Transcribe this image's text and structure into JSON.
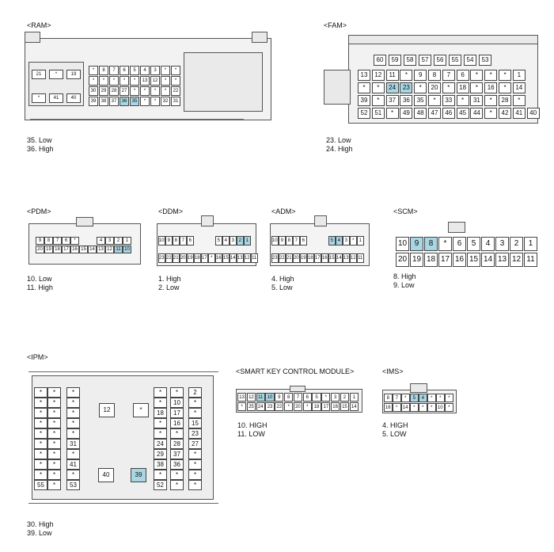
{
  "connectors": {
    "ram": {
      "title": "<RAM>",
      "legend": [
        "35. Low",
        "36. High"
      ],
      "highlight": [
        "35",
        "36"
      ],
      "left_block": [
        [
          "21",
          "*",
          "19"
        ],
        [
          "*",
          "41",
          "40"
        ]
      ],
      "rows": [
        [
          "*",
          "8",
          "7",
          "6",
          "5",
          "4",
          "3",
          "*",
          "*"
        ],
        [
          "*",
          "*",
          "*",
          "*",
          "*",
          "13",
          "12",
          "*",
          "*"
        ],
        [
          "30",
          "29",
          "28",
          "27",
          "*",
          "*",
          "*",
          "*",
          "22"
        ],
        [
          "39",
          "38",
          "37",
          "36",
          "35",
          "*",
          "*",
          "32",
          "31"
        ]
      ]
    },
    "fam": {
      "title": "<FAM>",
      "legend": [
        "23. Low",
        "24. High"
      ],
      "highlight": [
        "23",
        "24"
      ],
      "top_row": [
        "60",
        "59",
        "58",
        "57",
        "56",
        "55",
        "54",
        "53"
      ],
      "rows": [
        [
          "13",
          "12",
          "11",
          "*",
          "9",
          "8",
          "7",
          "6",
          "*",
          "*",
          "*",
          "1"
        ],
        [
          "*",
          "*",
          "24",
          "23",
          "*",
          "20",
          "*",
          "18",
          "*",
          "16",
          "*",
          "14"
        ],
        [
          "39",
          "*",
          "37",
          "36",
          "35",
          "*",
          "33",
          "*",
          "31",
          "*",
          "28",
          "*"
        ],
        [
          "52",
          "51",
          "*",
          "49",
          "48",
          "47",
          "46",
          "45",
          "44",
          "*",
          "42",
          "41",
          "40"
        ]
      ]
    },
    "pdm": {
      "title": "<PDM>",
      "legend": [
        "10. Low",
        "11. High"
      ],
      "highlight": [
        "10",
        "11"
      ],
      "rows": [
        [
          "9",
          "8",
          "7",
          "6",
          "*",
          "",
          "",
          "4",
          "3",
          "2",
          "1"
        ],
        [
          "20",
          "19",
          "18",
          "17",
          "16",
          "15",
          "14",
          "13",
          "12",
          "11",
          "10"
        ]
      ]
    },
    "ddm": {
      "title": "<DDM>",
      "legend": [
        "1. High",
        "2. Low"
      ],
      "highlight": [
        "1",
        "2"
      ],
      "rows": [
        [
          "10",
          "9",
          "8",
          "7",
          "6",
          "",
          "",
          "",
          "5",
          "4",
          "3",
          "2",
          "1"
        ],
        [
          "23",
          "22",
          "21",
          "20",
          "19",
          "18",
          "17",
          "*",
          "16",
          "15",
          "14",
          "13",
          "12",
          "11"
        ]
      ]
    },
    "adm": {
      "title": "<ADM>",
      "legend": [
        "4. High",
        "5. Low"
      ],
      "highlight": [
        "4",
        "5"
      ],
      "rows": [
        [
          "10",
          "9",
          "8",
          "7",
          "6",
          "",
          "",
          "",
          "5",
          "4",
          "3",
          "*",
          "1"
        ],
        [
          "23",
          "22",
          "21",
          "20",
          "19",
          "18",
          "17",
          "16",
          "15",
          "14",
          "13",
          "12",
          "11"
        ]
      ]
    },
    "scm": {
      "title": "<SCM>",
      "legend": [
        "8. High",
        "9. Low"
      ],
      "highlight": [
        "8",
        "9"
      ],
      "rows": [
        [
          "10",
          "9",
          "8",
          "*",
          "6",
          "5",
          "4",
          "3",
          "2",
          "1"
        ],
        [
          "20",
          "19",
          "18",
          "17",
          "16",
          "15",
          "14",
          "13",
          "12",
          "11"
        ]
      ]
    },
    "ipm": {
      "title": "<IPM>",
      "legend": [
        "30. High",
        "39. Low"
      ],
      "highlight": [
        "39"
      ],
      "left_cols": [
        [
          "*",
          "*",
          "*",
          "*",
          "*",
          "*",
          "*",
          "*",
          "*",
          "55"
        ],
        [
          "*",
          "*",
          "*",
          "*",
          "*",
          "*",
          "*",
          "*",
          "*",
          "*"
        ],
        [
          "*",
          "*",
          "*",
          "*",
          "*",
          "31",
          "*",
          "41",
          "*",
          "53"
        ]
      ],
      "right_cols": [
        [
          "*",
          "*",
          "18",
          "*",
          "*",
          "24",
          "29",
          "38",
          "*",
          "52"
        ],
        [
          "*",
          "10",
          "17",
          "16",
          "*",
          "28",
          "37",
          "36",
          "*",
          "*"
        ],
        [
          "2",
          "*",
          "*",
          "15",
          "23",
          "27",
          "*",
          "*",
          "*",
          "*"
        ]
      ],
      "center": [
        "12",
        "*",
        "40",
        "39"
      ]
    },
    "smk": {
      "title": "<SMART KEY CONTROL MODULE>",
      "legend": [
        "10. HIGH",
        "11. LOW"
      ],
      "highlight": [
        "10",
        "11"
      ],
      "rows": [
        [
          "13",
          "12",
          "11",
          "10",
          "9",
          "8",
          "7",
          "6",
          "5",
          "*",
          "3",
          "2",
          "1"
        ],
        [
          "*",
          "25",
          "24",
          "23",
          "22",
          "*",
          "20",
          "*",
          "18",
          "17",
          "16",
          "15",
          "14"
        ]
      ]
    },
    "ims": {
      "title": "<IMS>",
      "legend": [
        "4. HIGH",
        "5. LOW"
      ],
      "highlight": [
        "4",
        "5"
      ],
      "rows": [
        [
          "8",
          "7",
          "*",
          "5",
          "4",
          "*",
          "*",
          "*"
        ],
        [
          "16",
          "*",
          "14",
          "*",
          "*",
          "*",
          "10",
          "*"
        ]
      ]
    }
  }
}
